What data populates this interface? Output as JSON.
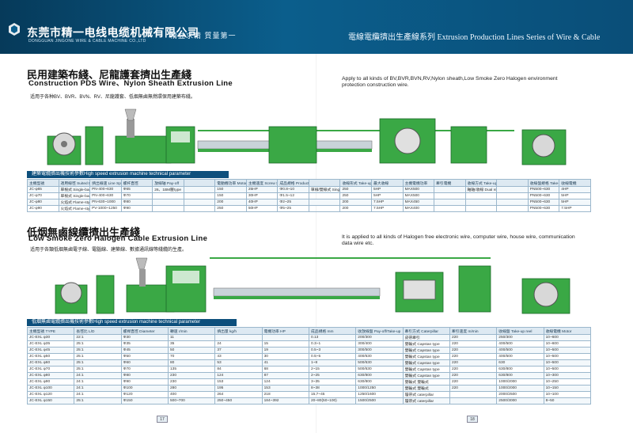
{
  "header": {
    "company_cn": "东莞市精一电线电缆机械有限公司",
    "company_en": "DONGGUAN JINGONE WIRE & CABLE MACHINE CO.,LTD",
    "slogan": "精益求精   質量第一",
    "series_title": "電線電纜擠出生產線系列 Extrusion Production Lines Series of Wire & Cable"
  },
  "section1": {
    "title_cn": "民用建築布綫、尼龍護套擠出生產綫",
    "title_en": "Construction PDS Wire、Nylon Sheath Extrusion Line",
    "desc_cn": "适用于各种BV、BVR、BVN、RV、尼龍護套、低烟無鹵無燃環保用建築布綫。",
    "note_en_1": "Apply to all kinds of BV,BVR,BVN,RV,Nylon sheath,Low Smoke Zero Halogen environment",
    "note_en_2": "protection construction wire.",
    "table_banner": "建築電纜擠出機技術參數High speed extrusion machine technical parameter",
    "table_header": [
      "主機型號",
      "適用線徑 Suited Diameter",
      "擠出線速 Line Speed",
      "螺杆直徑",
      "放線轴 Pay-off",
      "",
      "電動機功率 Motor Power",
      "主機速度 Screw Speed",
      "成品規格 Product Range",
      "",
      "收線形式 Take-up Type",
      "最大收線",
      "主機電機功率",
      "牽引電機",
      "收線方式 Take-up type",
      "",
      "收線盤規格 Take-up reel",
      "收線電機"
    ],
    "rows": [
      [
        "JC-φ65",
        "單根式 Single-bare",
        "PN-400~630",
        "Φ65",
        "",
        "",
        "150",
        "25HP",
        "Φ0.8~10",
        "",
        "250",
        "5HP",
        "MAX500",
        "",
        "",
        "",
        "PN500~630",
        "4HP"
      ],
      [
        "JC-φ70",
        "單根式 Single-bare",
        "PN-400~630",
        "Φ70",
        "",
        "",
        "150",
        "30HP",
        "Φ1.5~12",
        "",
        "250",
        "5HP",
        "MAX500",
        "",
        "",
        "",
        "PN500~630",
        "5HP"
      ],
      [
        "JC-φ80",
        "火焰式 Flame-style",
        "PN-630~1000",
        "Φ80",
        "",
        "",
        "200",
        "40HP",
        "Φ2~25",
        "",
        "200",
        "7.5HP",
        "MAX450",
        "",
        "",
        "",
        "PN500~630",
        "5HP"
      ],
      [
        "JC-φ90",
        "火焰式 Flame-style",
        "PV-1000~1250",
        "Φ90",
        "",
        "",
        "250",
        "50HP",
        "Φ5~25",
        "",
        "200",
        "7.5HP",
        "MAX400",
        "",
        "",
        "",
        "PN500~630",
        "7.5HP"
      ]
    ],
    "merged_payoff": "26、1BM壓type",
    "merged_takeup": "單線/雙線式 Single/Double-line",
    "merged_reel": "軸轴/收線 Dual reel/single reel"
  },
  "section2": {
    "title_cn": "低烟無鹵線纜擠出生產綫",
    "title_en": "Low Smoke Zero Halogen Cable Extrusion Line",
    "desc_cn": "适用于各類低烟無鹵電子線、電腦線、建築線、數據通訊線等綫纜的生產。",
    "note_en_1": "It is applied to all kinds of Halogen free electronic wire, computer wire, house wire, communication",
    "note_en_2": "data wire etc.",
    "table_banner": "低烟無鹵電纜擠出機技術參數High speed extrusion machine technical parameter",
    "table_header": [
      "主機型號 TYPE",
      "長徑比 L/D",
      "螺桿直徑 Diameter",
      "轉速 r/min",
      "擠出量 kg/h",
      "電機功率 HP",
      "成品規格 mm",
      "收放線盤 Pay-off/Take-up",
      "牽引方式 Caterpillar",
      "牽引速度 m/min",
      "收線盤 Take-up reel",
      "收線電機 Motor"
    ],
    "rows": [
      [
        "JC-EXL φ30",
        "22:1",
        "Φ30",
        "11",
        "",
        "",
        "0.13",
        "200/300",
        "皮帶牽引",
        "220",
        "250/300",
        "10~600"
      ],
      [
        "JC-EXL φ35",
        "25:1",
        "Φ35",
        "35",
        "24",
        "15",
        "0.3~1",
        "300/400",
        "雙輪式 Capstan type",
        "220",
        "400/500",
        "10~600"
      ],
      [
        "JC-EXL φ45",
        "25:1",
        "Φ45",
        "50",
        "37",
        "19",
        "0.5~3",
        "300/500",
        "雙輪式 Capstan type",
        "220",
        "400/500",
        "10~500"
      ],
      [
        "JC-EXL φ50",
        "25:1",
        "Φ50",
        "70",
        "43",
        "30",
        "0.5~5",
        "400/630",
        "雙輪式 Capstan type",
        "220",
        "400/500",
        "10~500"
      ],
      [
        "JC-EXL φ60",
        "25:1",
        "Φ60",
        "80",
        "53",
        "41",
        "1~8",
        "500/630",
        "雙輪式 Capstan type",
        "220",
        "630",
        "10~500"
      ],
      [
        "JC-EXL φ70",
        "25:1",
        "Φ70",
        "135",
        "84",
        "68",
        "2~15",
        "500/630",
        "雙輪式 Capstan type",
        "220",
        "630/800",
        "10~500"
      ],
      [
        "JC-EXL φ80",
        "24:1",
        "Φ80",
        "230",
        "124",
        "87",
        "2~25",
        "630/800",
        "雙輪式 Capstan type",
        "220",
        "630/800",
        "10~300"
      ],
      [
        "JC-EXL φ90",
        "24:1",
        "Φ90",
        "230",
        "153",
        "124",
        "3~35",
        "630/800",
        "雙輪式 雙輪式",
        "220",
        "1000/2000",
        "10~250"
      ],
      [
        "JC-EXL φ100",
        "24:1",
        "Φ100",
        "280",
        "195",
        "153",
        "8~38",
        "1000/1250",
        "雙輪式 雙輪式",
        "220",
        "1000/2000",
        "10~150"
      ],
      [
        "JC-EXL φ120",
        "24:1",
        "Φ120",
        "400",
        "264",
        "218",
        "15.7~45",
        "1250/1600",
        "履帶式 caterpillar",
        "",
        "2000/2500",
        "10~100"
      ],
      [
        "JC-EXL φ150",
        "25:1",
        "Φ150",
        "500~700",
        "250~450",
        "184~392",
        "20~80(50~100)",
        "1500/2500",
        "履帶式 caterpillar",
        "",
        "2500/3000",
        "8~50"
      ]
    ]
  },
  "pages": {
    "left": "17",
    "right": "18"
  },
  "colors": {
    "header_blue": "#0b5e8c",
    "machine_green": "#3aa845",
    "machine_dark": "#2d7d38"
  }
}
